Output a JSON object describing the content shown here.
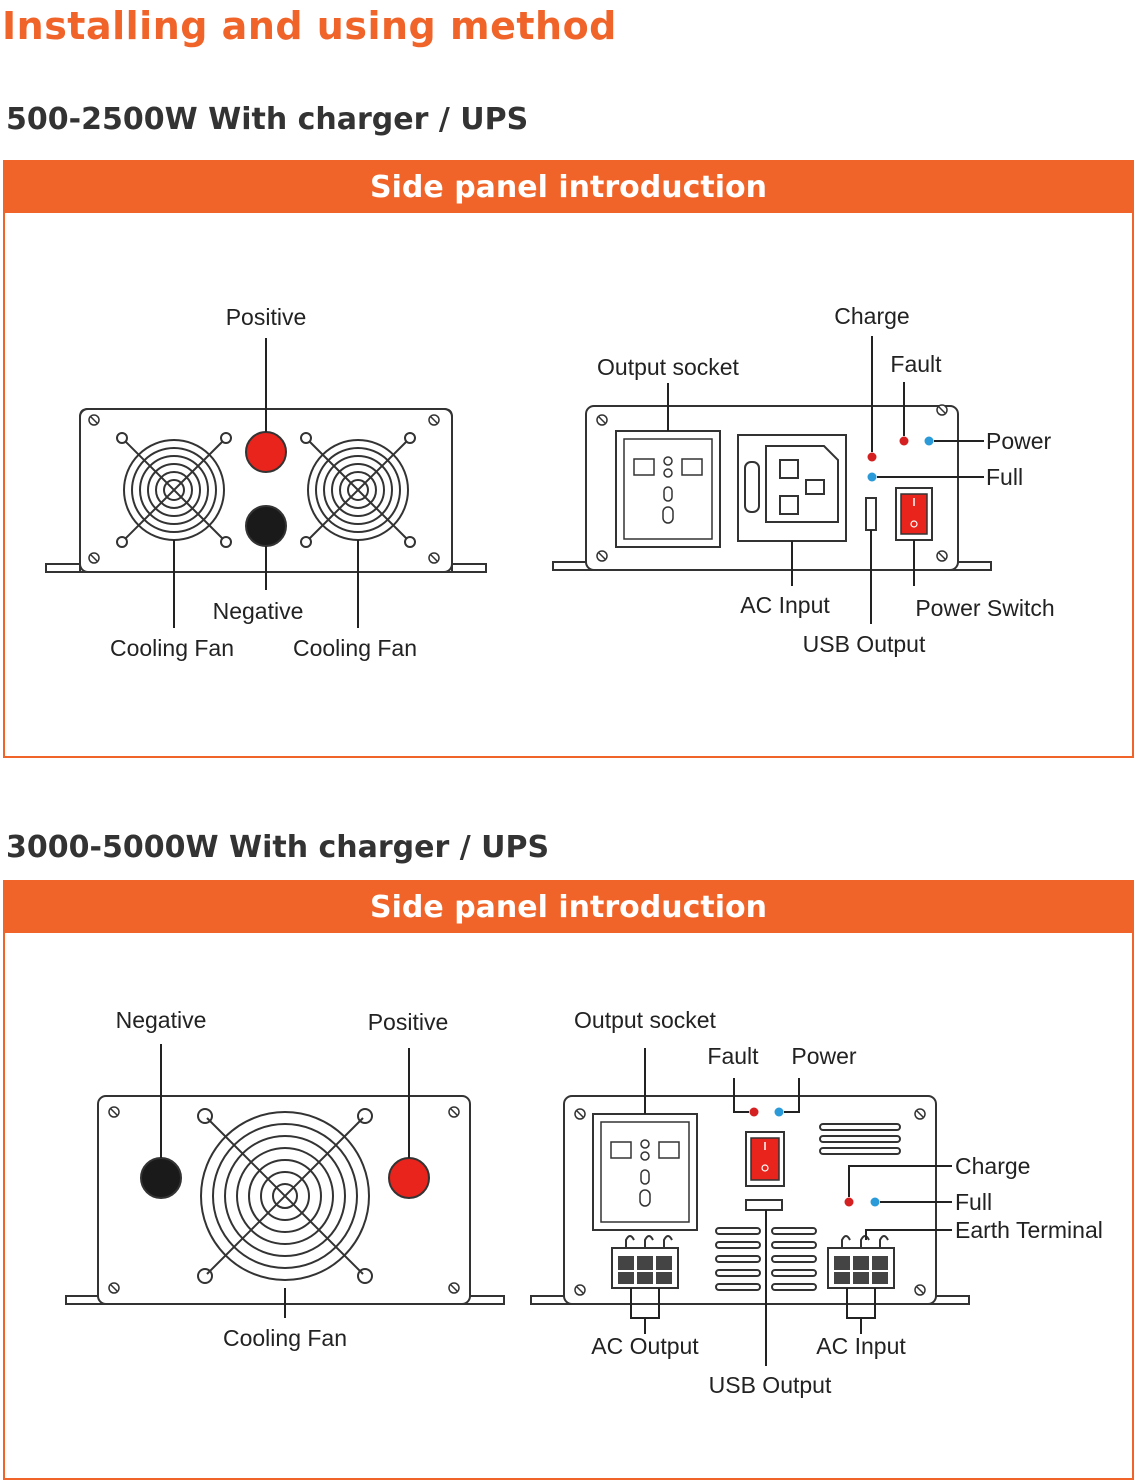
{
  "page": {
    "title": "Installing and using method",
    "title_color": "#f0642a",
    "accent_color": "#f0642a"
  },
  "sections": [
    {
      "title": "500-2500W With charger / UPS",
      "header": "Side panel introduction",
      "labels": {
        "positive": "Positive",
        "negative": "Negative",
        "cooling_fan_left": "Cooling Fan",
        "cooling_fan_right": "Cooling Fan",
        "output_socket": "Output socket",
        "charge": "Charge",
        "fault": "Fault",
        "power": "Power",
        "full": "Full",
        "ac_input": "AC Input",
        "power_switch": "Power Switch",
        "usb_output": "USB Output"
      }
    },
    {
      "title": "3000-5000W With charger / UPS",
      "header": "Side panel introduction",
      "labels": {
        "negative": "Negative",
        "positive": "Positive",
        "cooling_fan": "Cooling Fan",
        "output_socket": "Output socket",
        "fault": "Fault",
        "power": "Power",
        "charge": "Charge",
        "full": "Full",
        "earth_terminal": "Earth Terminal",
        "ac_output": "AC Output",
        "ac_input": "AC Input",
        "usb_output": "USB Output"
      }
    }
  ],
  "colors": {
    "positive_terminal": "#e8241c",
    "negative_terminal": "#1a1a1a",
    "led_red": "#d42020",
    "led_blue": "#2a9ad8",
    "switch_red": "#e8241c"
  }
}
